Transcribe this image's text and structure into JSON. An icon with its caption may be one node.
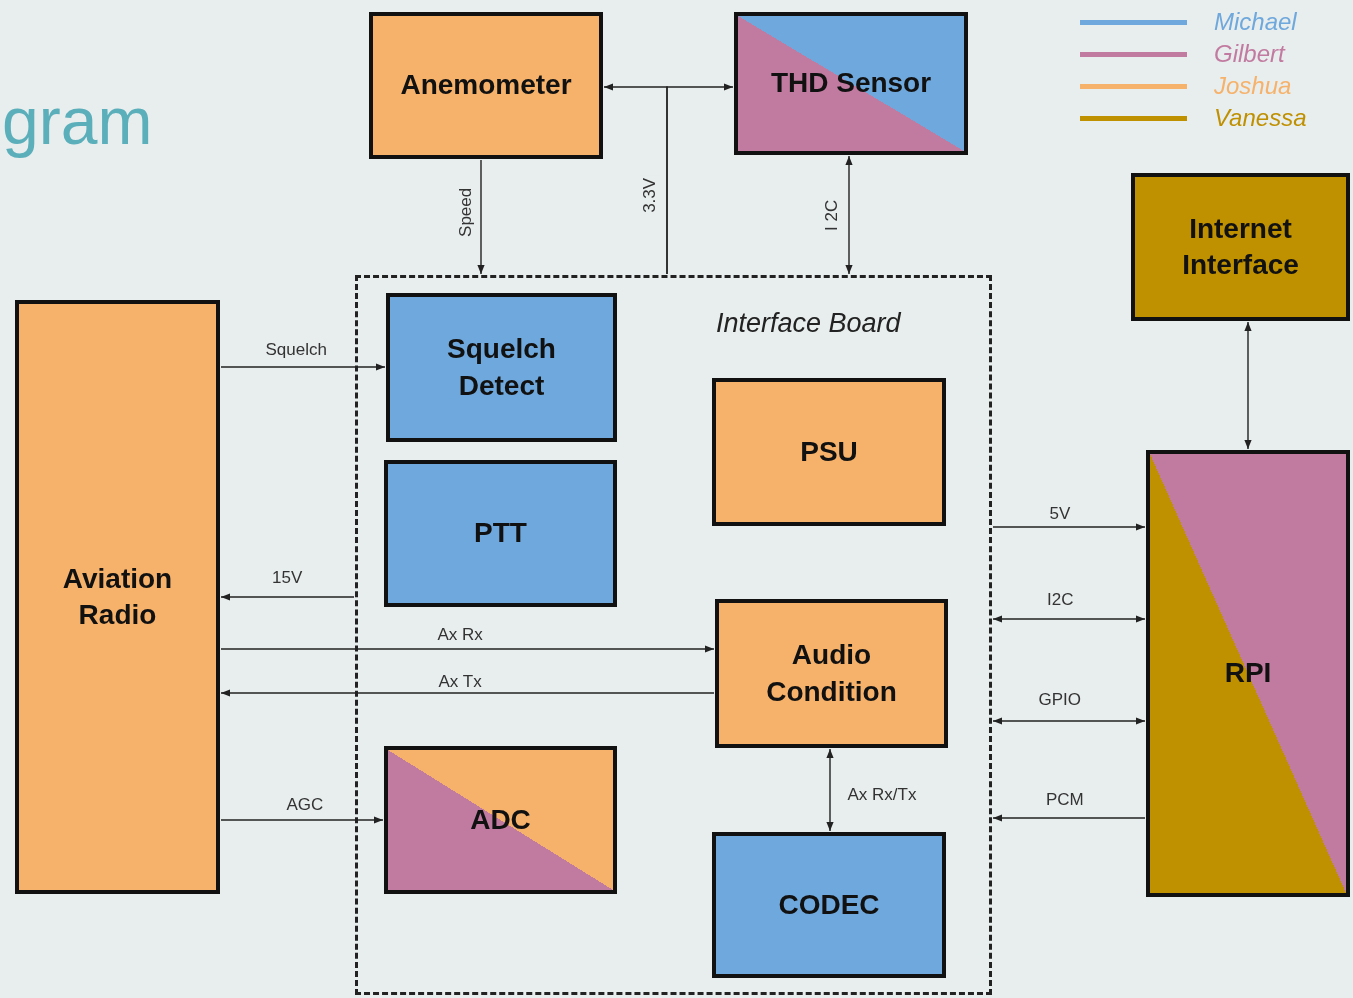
{
  "diagram": {
    "title": "gram",
    "nodes": [
      {
        "text": [
          "Anemometer"
        ]
      },
      {
        "text": [
          "THD Sensor"
        ]
      },
      {
        "text": [
          "Interface Board"
        ]
      },
      {
        "text": [
          "Squelch Detect"
        ],
        "in": 2
      },
      {
        "text": [
          "PTT"
        ],
        "in": 2
      },
      {
        "text": [
          "PSU"
        ],
        "in": 2
      },
      {
        "text": [
          "Audio Condition"
        ],
        "in": 2
      },
      {
        "text": [
          "ADC"
        ],
        "in": 2
      },
      {
        "text": [
          "CODEC"
        ],
        "in": 2
      },
      {
        "text": [
          "Aviation Radio"
        ]
      },
      {
        "text": [
          "Internet Interface"
        ]
      },
      {
        "text": [
          "RPI"
        ]
      }
    ],
    "edges": [
      {
        "from": 0,
        "to": 2,
        "arrow": "to",
        "label": "Speed"
      },
      {
        "from": 2,
        "to": 0,
        "arrow": "to",
        "label": "3.3V"
      },
      {
        "from": 2,
        "to": 1,
        "arrow": "to"
      },
      {
        "from": 1,
        "to": 2,
        "arrow": "both",
        "label": "I 2C"
      },
      {
        "from": 9,
        "to": 3,
        "arrow": "to",
        "label": "Squelch"
      },
      {
        "from": 2,
        "to": 9,
        "arrow": "to",
        "label": "15V"
      },
      {
        "from": 9,
        "to": 6,
        "arrow": "to",
        "label": "Ax Rx"
      },
      {
        "from": 6,
        "to": 9,
        "arrow": "to",
        "label": "Ax Tx"
      },
      {
        "from": 9,
        "to": 7,
        "arrow": "to",
        "label": "AGC"
      },
      {
        "from": 6,
        "to": 8,
        "arrow": "both",
        "label": "Ax Rx/Tx"
      },
      {
        "from": 2,
        "to": 11,
        "arrow": "to",
        "label": "5V"
      },
      {
        "from": 2,
        "to": 11,
        "arrow": "both",
        "label": "I2C"
      },
      {
        "from": 2,
        "to": 11,
        "arrow": "both",
        "label": "GPIO"
      },
      {
        "from": 11,
        "to": 2,
        "arrow": "to",
        "label": "PCM"
      },
      {
        "from": 10,
        "to": 11,
        "arrow": "both"
      }
    ],
    "legend": [
      {
        "text": "Michael",
        "color": "#6fa8dc"
      },
      {
        "text": "Gilbert",
        "color": "#c27ba0"
      },
      {
        "text": "Joshua",
        "color": "#f6b26b"
      },
      {
        "text": "Vanessa",
        "color": "#bf9000"
      }
    ]
  }
}
